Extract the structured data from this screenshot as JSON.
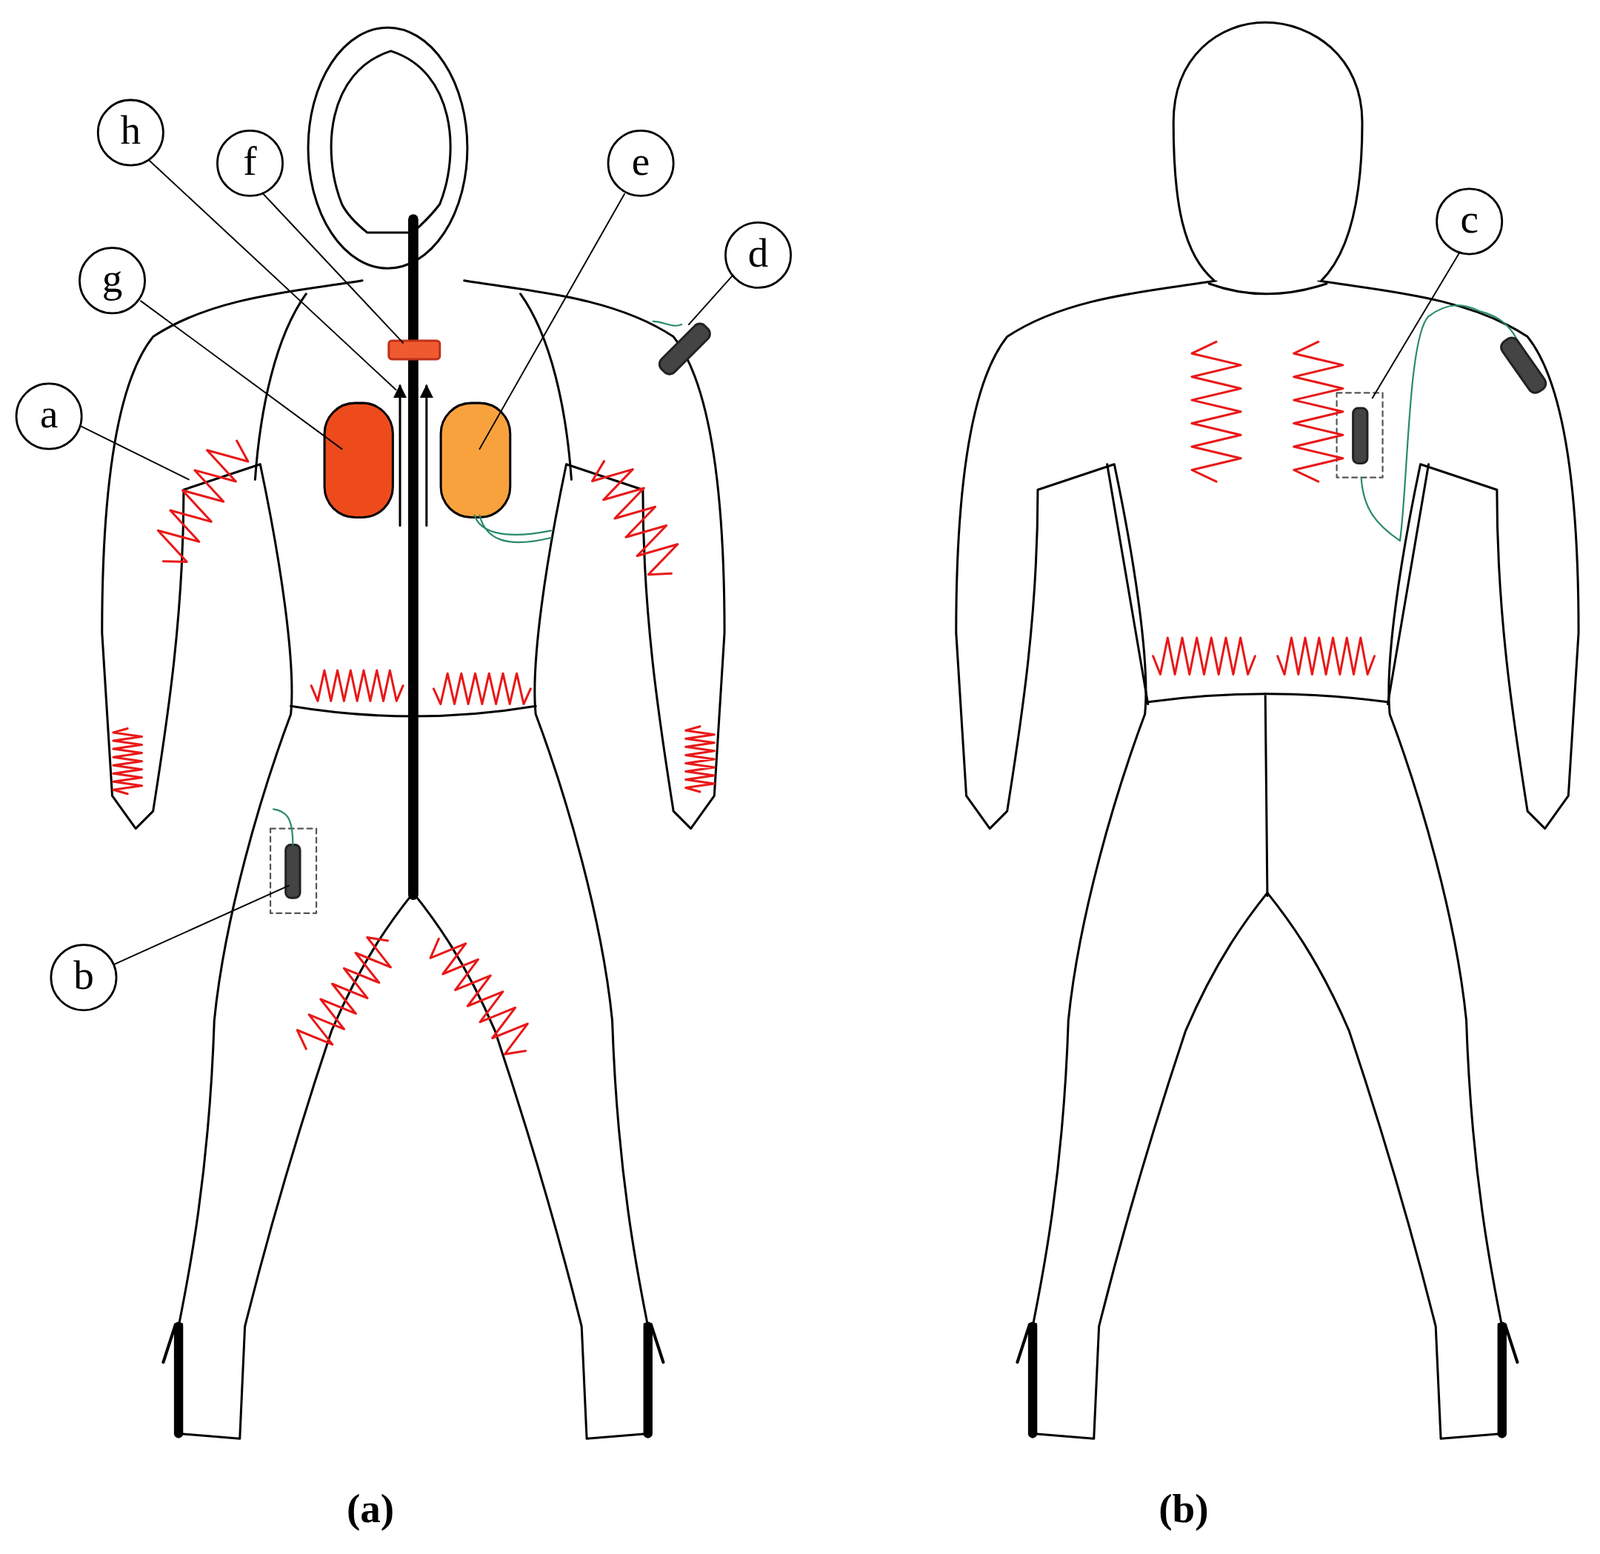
{
  "diagram": {
    "nodes": [
      {
        "text": [
          "h"
        ]
      },
      {
        "text": [
          "f"
        ]
      },
      {
        "text": [
          "e"
        ]
      },
      {
        "text": [
          "d"
        ]
      },
      {
        "text": [
          "g"
        ]
      },
      {
        "text": [
          "a"
        ]
      },
      {
        "text": [
          "b"
        ]
      },
      {
        "text": [
          "c"
        ]
      }
    ],
    "labels": [
      "(a)",
      "(b)"
    ]
  }
}
